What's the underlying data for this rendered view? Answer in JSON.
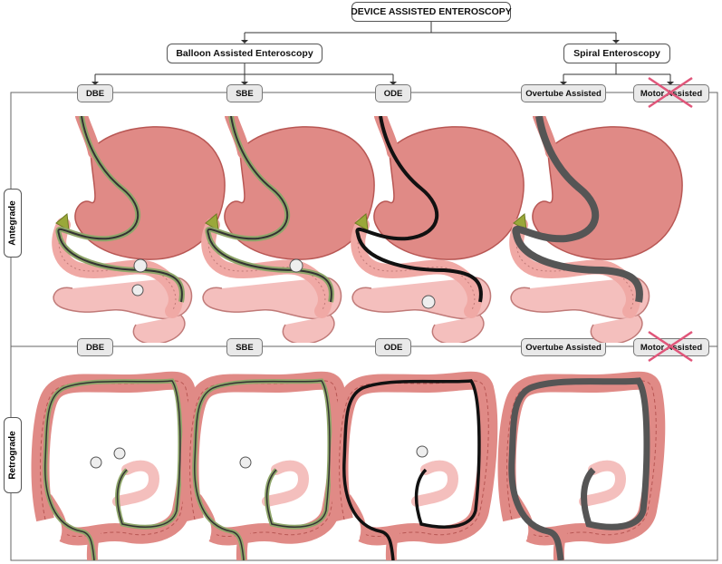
{
  "title": "DEVICE ASSISTED ENTEROSCOPY",
  "categories": {
    "balloon": "Balloon Assisted Enteroscopy",
    "spiral": "Spiral Enteroscopy"
  },
  "techniques": [
    "DBE",
    "SBE",
    "ODE",
    "Overtube Assisted",
    "Motor Assisted"
  ],
  "rows": {
    "antegrade": "Antegrade",
    "retrograde": "Retrograde"
  },
  "colors": {
    "organ": "#e08a86",
    "organ_dark": "#b85754",
    "intestine": "#f4bfbd",
    "scope_black": "#111111",
    "scope_gray": "#555555",
    "scope_green": "#8fa66a",
    "cross": "#e0567a"
  }
}
